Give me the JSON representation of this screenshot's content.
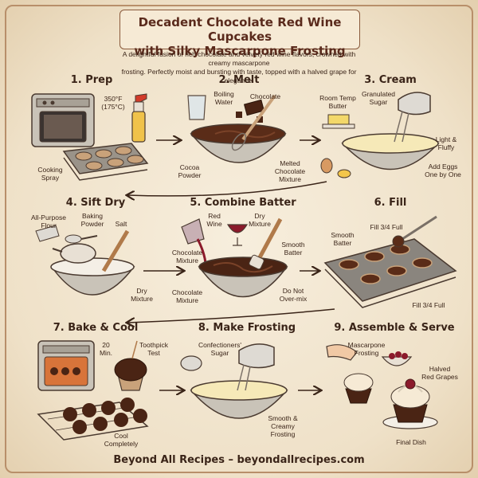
{
  "header": {
    "title_line1": "Decadent Chocolate Red Wine Cupcakes",
    "title_line2": "with Silky Mascarpone Frosting",
    "subtitle_line1": "A delightful fusion of rich chocolate and velvety red wine flavors, crowned with creamy mascarpone",
    "subtitle_line2": "frosting. Perfectly moist and bursting with taste, topped with a halved grape for elegance."
  },
  "steps": {
    "s1": {
      "title": "1. Prep",
      "temp1": "350°F",
      "temp2": "(175°C)",
      "spray1": "Cooking",
      "spray2": "Spray"
    },
    "s2": {
      "title": "2. Melt",
      "water1": "Boiling",
      "water2": "Water",
      "chocolate": "Chocolate",
      "cocoa1": "Cocoa",
      "cocoa2": "Powder",
      "melted1": "Melted",
      "melted2": "Chocolate",
      "melted3": "Mixture"
    },
    "s3": {
      "title": "3. Cream",
      "butter1": "Room Temp",
      "butter2": "Butter",
      "sugar1": "Granulated",
      "sugar2": "Sugar",
      "fluffy1": "Light &",
      "fluffy2": "Fluffy",
      "eggs1": "Add Eggs",
      "eggs2": "One by One"
    },
    "s4": {
      "title": "4. Sift Dry",
      "flour1": "All-Purpose",
      "flour2": "Flour",
      "bp1": "Baking",
      "bp2": "Powder",
      "salt": "Salt",
      "dry1": "Dry",
      "dry2": "Mixture"
    },
    "s5": {
      "title": "5. Combine Batter",
      "wine1": "Red",
      "wine2": "Wine",
      "dry1": "Dry",
      "dry2": "Mixture",
      "choc_a1": "Chocolate",
      "choc_a2": "Mixture",
      "smooth1": "Smooth",
      "smooth2": "Batter",
      "choc_b1": "Chocolate",
      "choc_b2": "Mixture",
      "overmix1": "Do Not",
      "overmix2": "Over-mix"
    },
    "s6": {
      "title": "6. Fill",
      "smooth1": "Smooth",
      "smooth2": "Batter",
      "fill_top": "Fill 3/4 Full",
      "fill_bottom": "Fill 3/4 Full"
    },
    "s7": {
      "title": "7. Bake & Cool",
      "time1": "20",
      "time2": "Min.",
      "tooth1": "Toothpick",
      "tooth2": "Test",
      "cool1": "Cool",
      "cool2": "Completely"
    },
    "s8": {
      "title": "8. Make Frosting",
      "sugar1": "Confectioners'",
      "sugar2": "Sugar",
      "smooth1": "Smooth &",
      "smooth2": "Creamy",
      "smooth3": "Frosting"
    },
    "s9": {
      "title": "9. Assemble & Serve",
      "masc1": "Mascarpone",
      "masc2": "Frosting",
      "grape1": "Halved",
      "grape2": "Red Grapes",
      "final": "Final Dish"
    }
  },
  "footer": {
    "text": "Beyond All Recipes – beyondallrecipes.com"
  },
  "colors": {
    "chocolate": "#4a2414",
    "frame": "#b88f6a",
    "wine": "#8b1a2b",
    "cream": "#f6e9b8"
  },
  "icons": [
    "oven-icon",
    "muffin-pan-icon",
    "spray-bottle-icon",
    "bowl-icon",
    "whisk-icon",
    "mixer-icon",
    "sieve-icon",
    "spoon-icon",
    "wine-glass-icon",
    "spatula-icon",
    "cupcake-icon",
    "cooling-rack-icon",
    "grape-icon",
    "arrow-icon"
  ]
}
